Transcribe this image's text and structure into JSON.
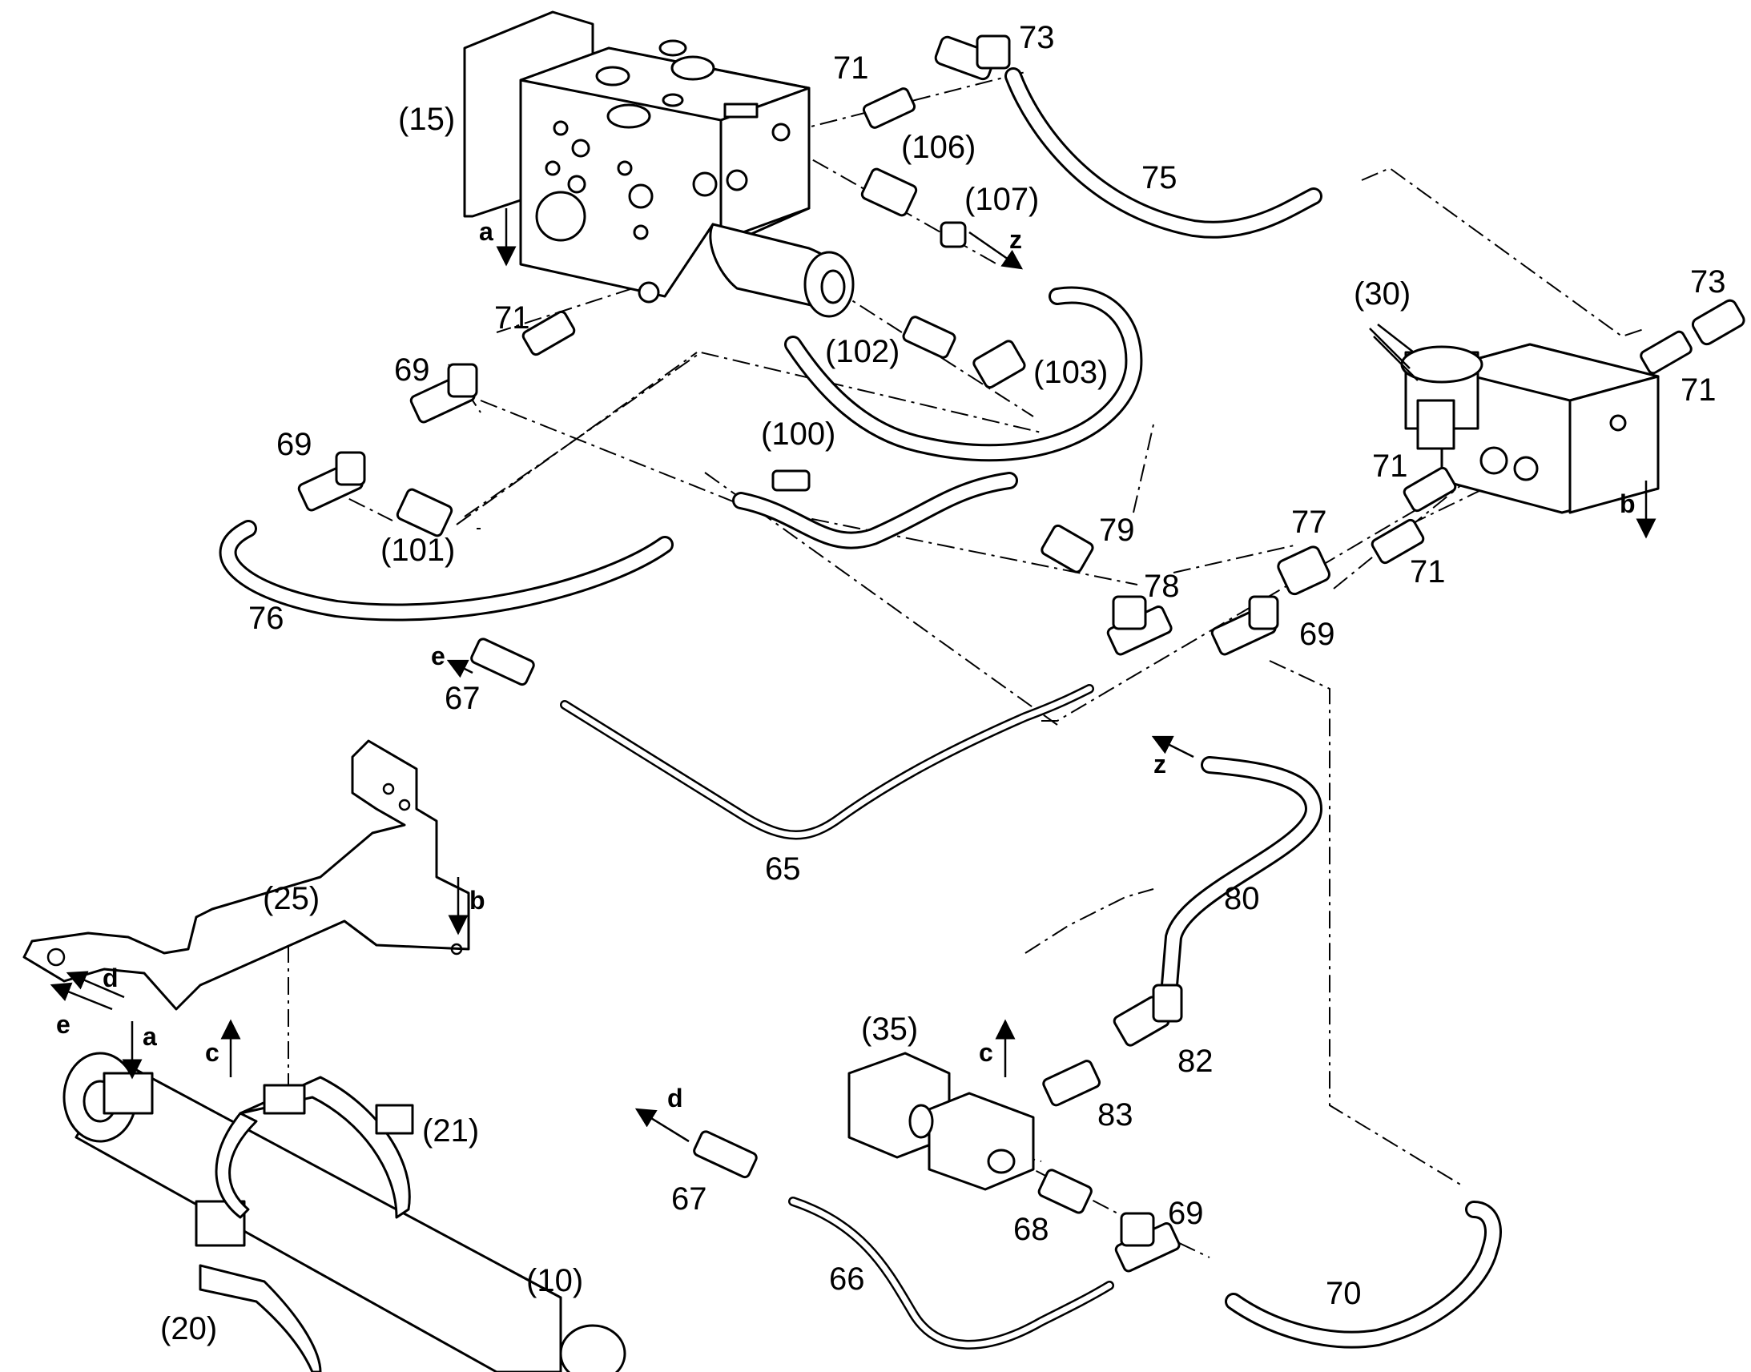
{
  "diagram": {
    "callouts": {
      "p15": "(15)",
      "p30": "(30)",
      "p25": "(25)",
      "p35": "(35)",
      "p21": "(21)",
      "p20": "(20)",
      "p10": "(10)",
      "n71_top": "71",
      "n73_top": "73",
      "n106": "(106)",
      "n107": "(107)",
      "n75": "75",
      "n73_right": "73",
      "n71_right": "71",
      "n71_mid": "71",
      "n69_a": "69",
      "n69_b": "69",
      "n102": "(102)",
      "n103": "(103)",
      "n100": "(100)",
      "n101": "(101)",
      "n76": "76",
      "n79": "79",
      "n78": "78",
      "n77": "77",
      "n71_c": "71",
      "n71_d": "71",
      "n69_c": "69",
      "n67_top": "67",
      "n65": "65",
      "n80": "80",
      "n82": "82",
      "n83": "83",
      "n67_bottom": "67",
      "n68": "68",
      "n69_d": "69",
      "n66": "66",
      "n70": "70"
    },
    "direction_markers": {
      "a_top": "a",
      "z_top": "z",
      "b_right": "b",
      "e_mid": "e",
      "z_mid": "z",
      "b_bracket": "b",
      "d_left": "d",
      "e_left": "e",
      "a_left": "a",
      "c_left": "c",
      "c_bottom": "c",
      "d_bottom": "d"
    }
  }
}
